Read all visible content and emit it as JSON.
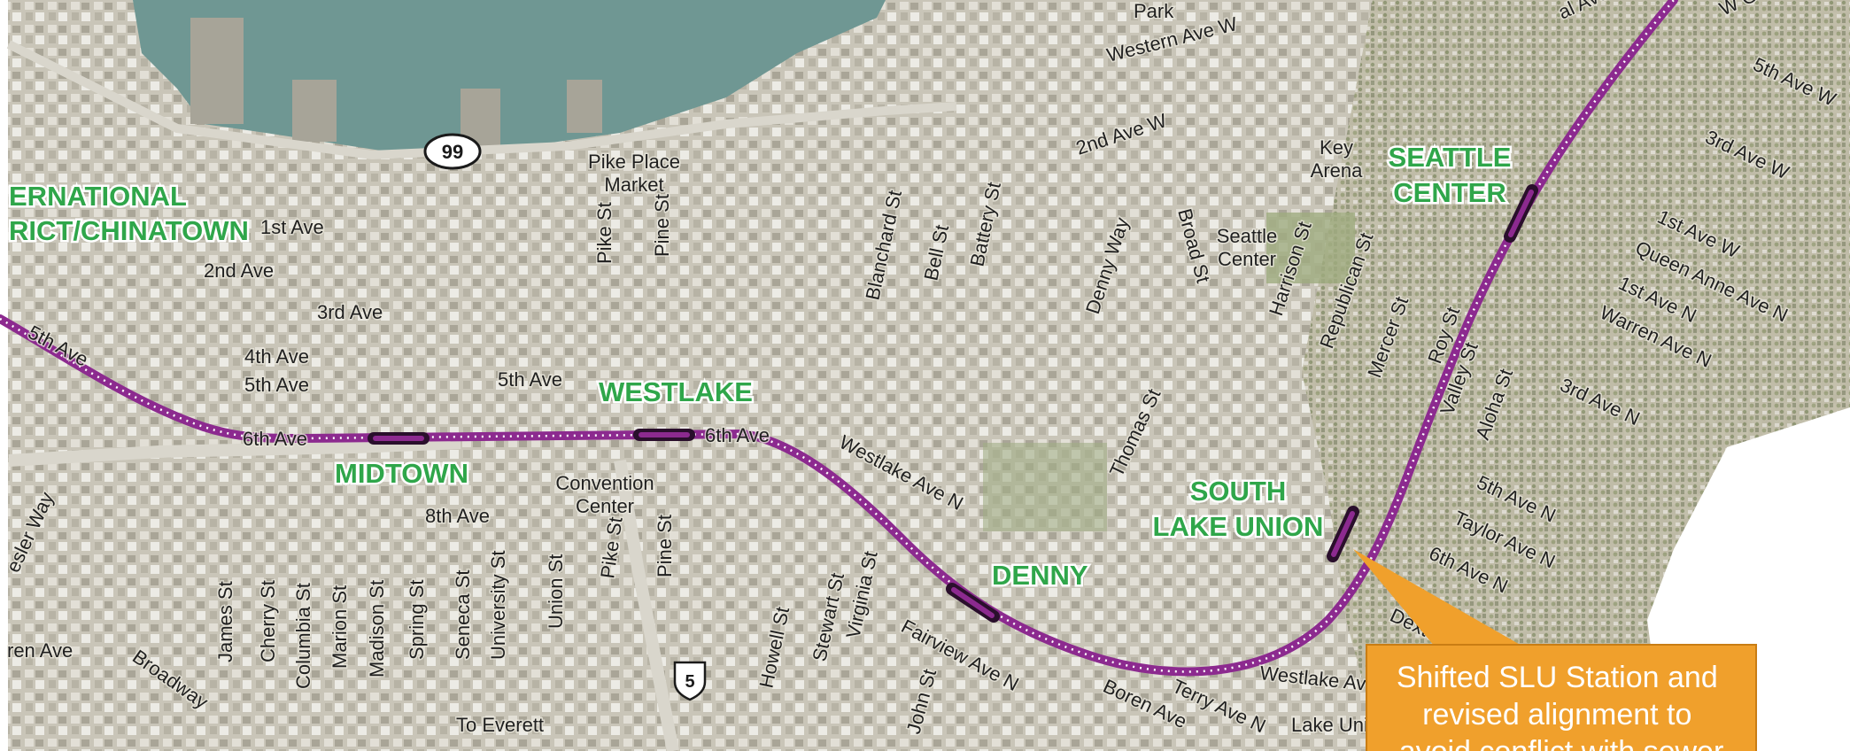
{
  "stations": [
    {
      "id": "intl",
      "lines": [
        "ERNATIONAL",
        "RICT/CHINATOWN"
      ]
    },
    {
      "id": "midtown",
      "lines": [
        "MIDTOWN"
      ]
    },
    {
      "id": "westlake",
      "lines": [
        "WESTLAKE"
      ]
    },
    {
      "id": "denny",
      "lines": [
        "DENNY"
      ]
    },
    {
      "id": "slu",
      "lines": [
        "SOUTH",
        "LAKE UNION"
      ]
    },
    {
      "id": "seattle-center",
      "lines": [
        "SEATTLE",
        "CENTER"
      ]
    }
  ],
  "landmarks": {
    "pike_place": [
      "Pike Place",
      "Market"
    ],
    "key_arena": [
      "Key",
      "Arena"
    ],
    "seattle_center": [
      "Seattle",
      "Center"
    ],
    "convention_center": [
      "Convention",
      "Center"
    ],
    "park": "Park"
  },
  "streets": [
    "Western Ave W",
    "2nd Ave W",
    "5th Ave W",
    "3rd Ave W",
    "1st Ave W",
    "Queen Anne Ave N",
    "1st Ave N",
    "Warren Ave N",
    "3rd Ave N",
    "5th Ave N",
    "Taylor Ave N",
    "6th Ave N",
    "Dexter",
    "Westlake Ave",
    "Lake Uni",
    "Terry Ave N",
    "Boren Ave",
    "Fairview Ave N",
    "John St",
    "Stewart St",
    "Virginia St",
    "Howell St",
    "Pine St",
    "Pike St",
    "Union St",
    "University St",
    "Seneca St",
    "Spring St",
    "Madison St",
    "Marion St",
    "Columbia St",
    "Cherry St",
    "James St",
    "Broadway",
    "ren Ave",
    "esler Way",
    "5th Ave",
    "6th Ave",
    "6th Ave",
    "8th Ave",
    "4th Ave",
    "5th Ave",
    "3rd Ave",
    "2nd Ave",
    "1st Ave",
    "5th Ave",
    "Pike St",
    "Pine St",
    "Blanchard St",
    "Bell St",
    "Battery St",
    "Denny Way",
    "Broad St",
    "Harrison St",
    "Republican St",
    "Mercer St",
    "Roy St",
    "Valley St",
    "Aloha St",
    "Thomas St",
    "Westlake Ave N",
    "W G",
    "al Ave W"
  ],
  "highways": {
    "sr99": "99",
    "i5": "5",
    "to_everett": "To Everett"
  },
  "callout": {
    "lines": [
      "Shifted SLU Station and",
      "revised alignment to",
      "avoid conflict with sewer"
    ]
  },
  "colors": {
    "route": "#8c2a8f",
    "station_text": "#2fa64a",
    "callout": "#f0a02c",
    "water": "#6f9793"
  }
}
